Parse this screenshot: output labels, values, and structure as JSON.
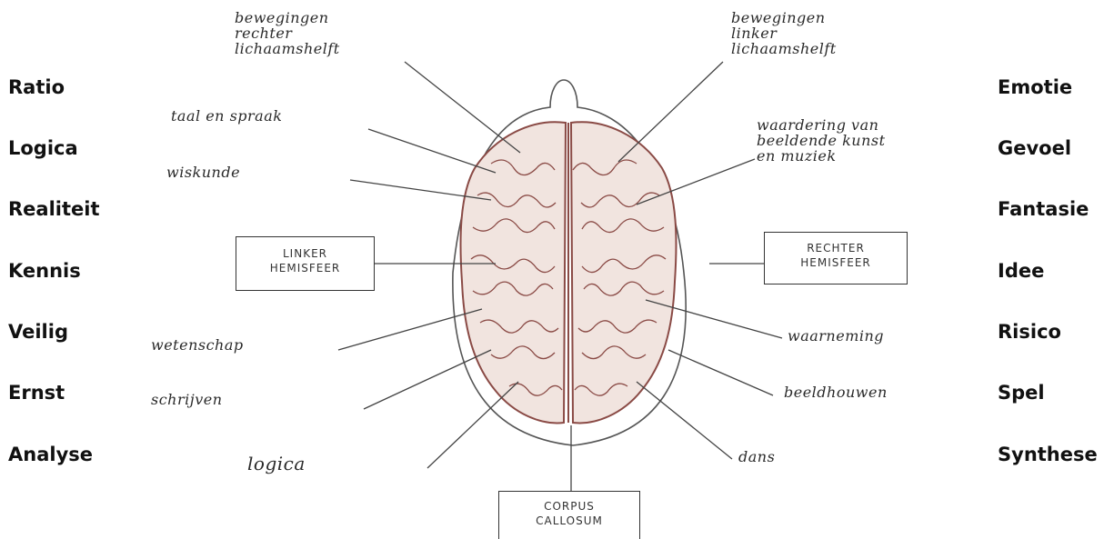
{
  "left_traits": [
    "Ratio",
    "Logica",
    "Realiteit",
    "Kennis",
    "Veilig",
    "Ernst",
    "Analyse"
  ],
  "right_traits": [
    "Emotie",
    "Gevoel",
    "Fantasie",
    "Idee",
    "Risico",
    "Spel",
    "Synthese"
  ],
  "labels": {
    "movement_right_body": "bewegingen\nrechter\nlichaamshelft",
    "movement_left_body": "bewegingen\nlinker\nlichaamshelft",
    "language": "taal en spraak",
    "math": "wiskunde",
    "art_music": "waardering van\nbeeldende kunst\nen muziek",
    "left_hemisphere": "LINKER\nHEMISFEER",
    "right_hemisphere": "RECHTER\nHEMISFEER",
    "science": "wetenschap",
    "perception": "waarneming",
    "writing": "schrijven",
    "sculpture": "beeldhouwen",
    "logic": "logica",
    "dance": "dans",
    "corpus_callosum": "CORPUS\nCALLOSUM"
  },
  "colors": {
    "brain_outline": "#8a4a45",
    "brain_fill": "#f1e4df",
    "skull_outline": "#555555",
    "leader_lines": "#444444"
  }
}
